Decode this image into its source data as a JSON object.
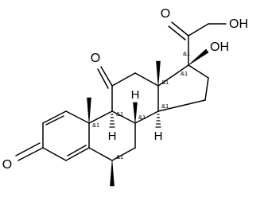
{
  "atoms": {
    "o3": "O",
    "o11": "O",
    "o20": "O",
    "oh17": "OH",
    "oh21": "OH",
    "h8": "H",
    "h9": "H",
    "h14": "H"
  },
  "stereo_label": "&1"
}
